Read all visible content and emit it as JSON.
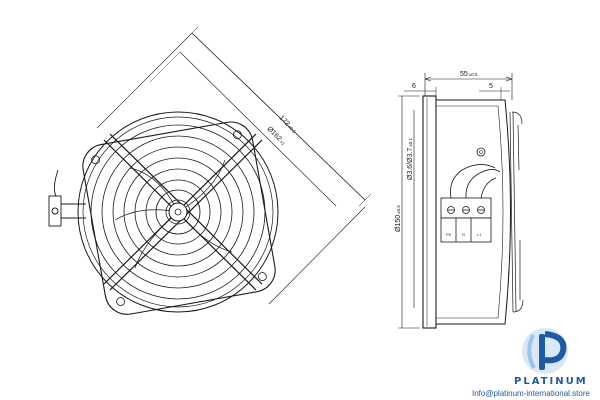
{
  "front_view": {
    "dim_diagonal": "172",
    "dim_diagonal_tol": "±0.5",
    "dim_hole_circle": "Ø162",
    "dim_hole_circle_tol": "±1"
  },
  "side_view": {
    "dim_depth": "55",
    "dim_depth_tol": "±0.5",
    "dim_left_offset": "6",
    "dim_right_offset": "5",
    "dim_diameter": "Ø150",
    "dim_diameter_tol": "±0.5",
    "dim_flange": "Ø3.6/Ø3.7",
    "dim_flange_tol": "±0.1",
    "terminal_labels": [
      "PE",
      "N",
      "L1"
    ]
  },
  "watermark": {
    "brand": "PLATINUM",
    "contact": "Info@platinum-international.store",
    "accent_color": "#1f5aa6",
    "logo_light_color": "#9cc3ea"
  }
}
